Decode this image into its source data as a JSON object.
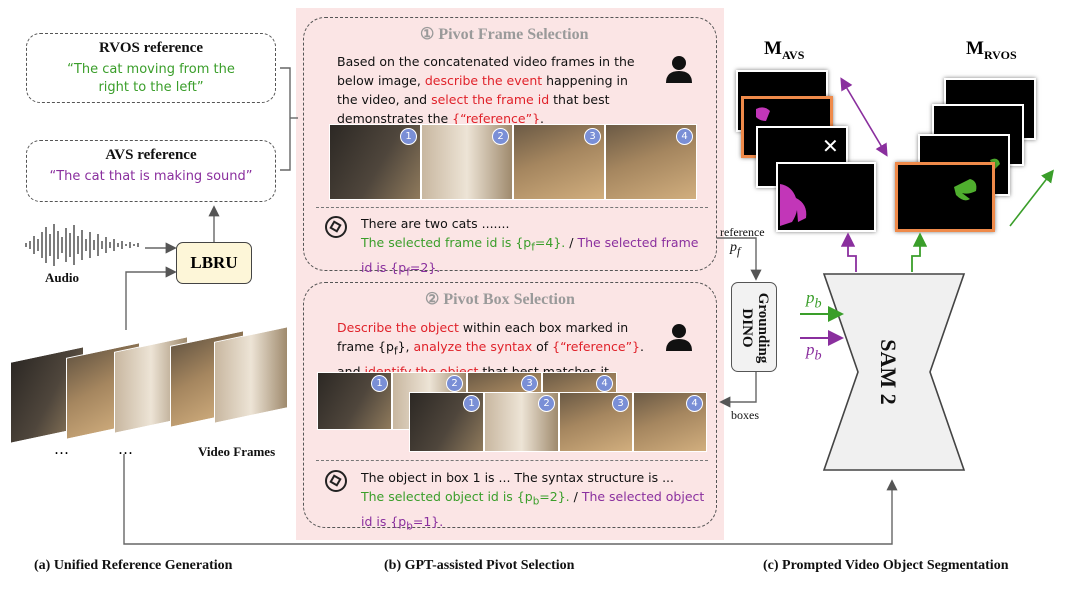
{
  "section_a": {
    "rvos_title": "RVOS reference",
    "rvos_text": "“The cat moving from the right to the left”",
    "avs_title": "AVS reference",
    "avs_text": "“The cat that is making sound”",
    "lbru": "LBRU",
    "audio": "Audio",
    "video_frames": "Video Frames",
    "dots": "…"
  },
  "section_b": {
    "step1_title": "①  Pivot Frame Selection",
    "step1_prompt": {
      "p1": "Based on the concatenated video frames in the below image, ",
      "p2": "describe the event",
      "p3": " happening in the video, and ",
      "p4": "select the frame id",
      "p5": " that best demonstrates the ",
      "p6": "{“reference”}",
      "p7": "."
    },
    "frame_numbers": [
      "1",
      "2",
      "3",
      "4"
    ],
    "step1_answer": {
      "a1": "There are two cats .......",
      "a2": "The selected frame id is {p",
      "a2_sub": "f",
      "a2_end": "=4}.",
      "slash": " / ",
      "a3": "The selected frame id is {p",
      "a3_sub": "f",
      "a3_end": "=2}."
    },
    "step2_title": "②  Pivot Box Selection",
    "step2_prompt": {
      "p1": "Describe the object",
      "p2": " within each box marked in frame {p",
      "p2_sub": "f",
      "p2_end": "}, ",
      "p3": "analyze the syntax",
      "p4": " of ",
      "p5": "{“reference”}",
      "p6": ". and ",
      "p7": " identify the object",
      "p8": " that best matches it."
    },
    "step2_answer": {
      "a1": "The object in box 1 is ... The syntax structure is ...",
      "a2": "The selected object id is {p",
      "a2_sub": "b",
      "a2_end": "=2}.",
      "slash": " / ",
      "a3": "The selected object id is {p",
      "a3_sub": "b",
      "a3_end": "=1}."
    }
  },
  "section_c": {
    "reference_label": "reference",
    "pf_label": "p",
    "pf_sub": "f",
    "boxes_label": "boxes",
    "grounding_dino": "Grounding\nDINO",
    "sam2": "SAM 2",
    "pb_label": "p",
    "pb_sub": "b",
    "m_avs": "M",
    "m_avs_sub": "AVS",
    "m_rvos": "M",
    "m_rvos_sub": "RVOS",
    "x_mark": "✕"
  },
  "captions": {
    "a": "(a) Unified Reference Generation",
    "b": "(b) GPT-assisted Pivot Selection",
    "c": "(c) Prompted Video Object Segmentation"
  },
  "colors": {
    "green": "#3a9e2a",
    "purple": "#8a2f9e",
    "red": "#e0222a",
    "panel_bg": "#fbe5e5",
    "lbru_bg": "#fdf6d8",
    "mask_highlight": "#ef8a4a"
  }
}
